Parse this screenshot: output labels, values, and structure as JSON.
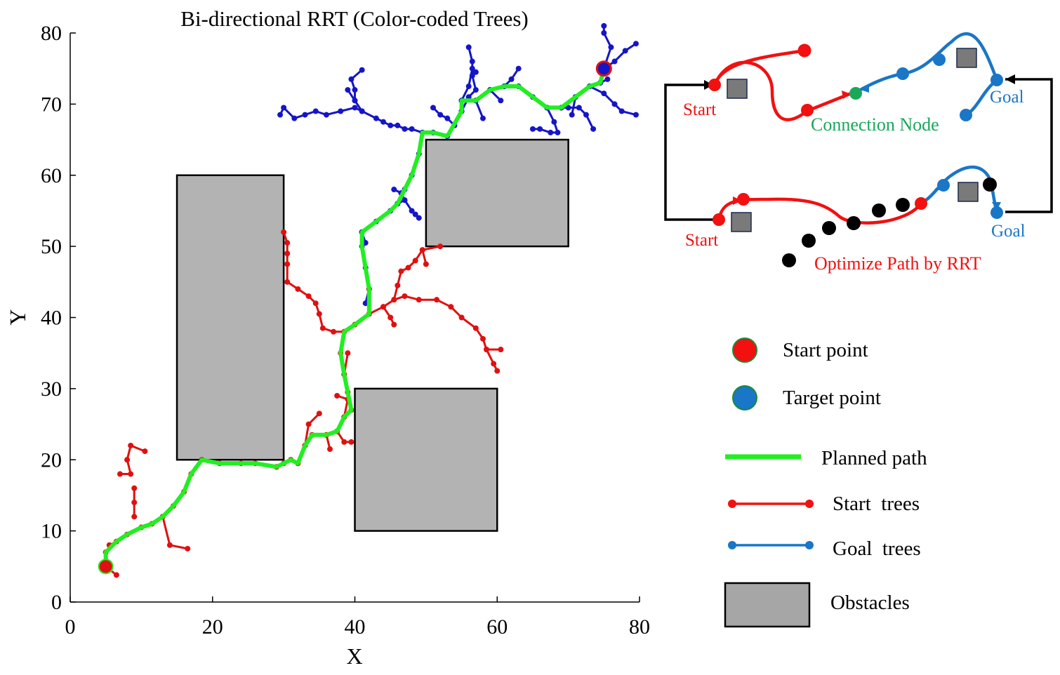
{
  "chart_data": {
    "type": "scatter",
    "title": "Bi-directional RRT (Color-coded Trees)",
    "xlabel": "X",
    "ylabel": "Y",
    "xlim": [
      0,
      80
    ],
    "ylim": [
      0,
      80
    ],
    "xticks": [
      0,
      20,
      40,
      60,
      80
    ],
    "yticks": [
      0,
      10,
      20,
      30,
      40,
      50,
      60,
      70,
      80
    ],
    "grid": false,
    "colors": {
      "start_tree": "#e01010",
      "goal_tree": "#1515c8",
      "path": "#22ee22",
      "obstacle_fill": "#b3b3b3",
      "obstacle_edge": "#000000"
    },
    "start": [
      5,
      5
    ],
    "goal": [
      75,
      75
    ],
    "obstacles": [
      {
        "x": 15,
        "y": 20,
        "w": 15,
        "h": 40
      },
      {
        "x": 40,
        "y": 10,
        "w": 20,
        "h": 20
      },
      {
        "x": 50,
        "y": 50,
        "w": 20,
        "h": 15
      }
    ],
    "planned_path": [
      [
        5,
        5
      ],
      [
        5,
        7
      ],
      [
        6.5,
        8.5
      ],
      [
        8,
        9.5
      ],
      [
        10,
        10.5
      ],
      [
        11.5,
        11
      ],
      [
        13,
        12
      ],
      [
        14.5,
        13.5
      ],
      [
        16,
        15.5
      ],
      [
        17,
        18
      ],
      [
        18.5,
        20
      ],
      [
        21,
        19.5
      ],
      [
        24,
        19.5
      ],
      [
        26,
        19.5
      ],
      [
        29,
        19
      ],
      [
        31,
        20
      ],
      [
        32,
        19.5
      ],
      [
        33,
        22
      ],
      [
        34,
        23.5
      ],
      [
        36,
        23.5
      ],
      [
        37.5,
        24
      ],
      [
        38.5,
        26
      ],
      [
        39.5,
        27
      ],
      [
        39,
        29.5
      ],
      [
        38.5,
        32
      ],
      [
        38,
        35
      ],
      [
        38.5,
        38
      ],
      [
        40,
        39
      ],
      [
        42,
        40.5
      ],
      [
        42,
        44
      ],
      [
        41.5,
        47
      ],
      [
        41,
        50
      ],
      [
        41,
        52
      ],
      [
        43,
        53.5
      ],
      [
        45,
        55
      ],
      [
        46,
        56
      ],
      [
        47,
        58
      ],
      [
        48,
        60
      ],
      [
        49,
        63
      ],
      [
        49.5,
        66
      ],
      [
        51,
        66
      ],
      [
        53,
        65.5
      ],
      [
        55,
        69
      ],
      [
        55,
        70.5
      ],
      [
        57,
        70.5
      ],
      [
        59,
        72
      ],
      [
        61,
        72.5
      ],
      [
        63,
        72.5
      ],
      [
        65,
        71
      ],
      [
        67,
        69.5
      ],
      [
        69,
        69.5
      ],
      [
        71,
        71
      ],
      [
        73,
        72.5
      ],
      [
        74.5,
        73
      ],
      [
        75,
        75
      ]
    ],
    "start_tree_edges": [
      [
        [
          5,
          5
        ],
        [
          6.5,
          3.8
        ]
      ],
      [
        [
          5.5,
          8
        ],
        [
          6.5,
          8.5
        ]
      ],
      [
        [
          13,
          12
        ],
        [
          14,
          8
        ],
        [
          16.5,
          7.5
        ]
      ],
      [
        [
          9,
          16
        ],
        [
          9,
          12
        ],
        [
          9,
          14
        ]
      ],
      [
        [
          7,
          18
        ],
        [
          8.5,
          18
        ],
        [
          8,
          20
        ],
        [
          8.5,
          22
        ],
        [
          10.5,
          21.2
        ]
      ],
      [
        [
          29,
          19
        ],
        [
          30,
          19.5
        ]
      ],
      [
        [
          33,
          22
        ],
        [
          33.5,
          25
        ],
        [
          35,
          26.5
        ]
      ],
      [
        [
          36,
          23.5
        ],
        [
          36.5,
          21.5
        ]
      ],
      [
        [
          37.5,
          24
        ],
        [
          38.5,
          22.5
        ],
        [
          39.5,
          22.5
        ]
      ],
      [
        [
          38.5,
          26
        ],
        [
          39,
          28.5
        ],
        [
          37.5,
          29
        ]
      ],
      [
        [
          38.5,
          32
        ],
        [
          39,
          35
        ]
      ],
      [
        [
          38.5,
          38
        ],
        [
          37,
          38
        ],
        [
          35.5,
          38.5
        ],
        [
          35,
          40.5
        ],
        [
          34.5,
          42
        ],
        [
          33.5,
          43
        ],
        [
          32,
          44
        ],
        [
          30.5,
          45
        ],
        [
          30.5,
          47.5
        ],
        [
          30.5,
          49
        ],
        [
          30.5,
          50.5
        ],
        [
          30,
          52
        ]
      ],
      [
        [
          42,
          40.5
        ],
        [
          44,
          41.5
        ],
        [
          45.5,
          42.5
        ],
        [
          47,
          43
        ],
        [
          49,
          42.5
        ],
        [
          51.5,
          42.5
        ],
        [
          53.5,
          41.5
        ],
        [
          55,
          40
        ],
        [
          57,
          38.5
        ],
        [
          58,
          37
        ],
        [
          58.5,
          35.5
        ],
        [
          59.5,
          33.5
        ],
        [
          60,
          32.5
        ]
      ],
      [
        [
          58.5,
          35.5
        ],
        [
          60.5,
          35.5
        ]
      ],
      [
        [
          45.5,
          42.5
        ],
        [
          46,
          44.5
        ],
        [
          46.5,
          46.5
        ],
        [
          47.5,
          47
        ],
        [
          48.5,
          48
        ],
        [
          49.5,
          49.5
        ],
        [
          52,
          50
        ]
      ],
      [
        [
          49.5,
          49.5
        ],
        [
          50,
          47.5
        ]
      ],
      [
        [
          44,
          41.5
        ],
        [
          45,
          40
        ],
        [
          45.5,
          39
        ]
      ]
    ],
    "goal_tree_edges": [
      [
        [
          75,
          75
        ],
        [
          76,
          78
        ],
        [
          75,
          80
        ],
        [
          75,
          81
        ]
      ],
      [
        [
          75,
          75
        ],
        [
          76.5,
          76
        ],
        [
          78,
          77.5
        ],
        [
          79.5,
          78.5
        ]
      ],
      [
        [
          73,
          72.5
        ],
        [
          75,
          71.5
        ],
        [
          76.5,
          70
        ],
        [
          77.5,
          69
        ],
        [
          79.5,
          68.5
        ]
      ],
      [
        [
          74.5,
          73
        ],
        [
          75.5,
          73.5
        ]
      ],
      [
        [
          69,
          69.5
        ],
        [
          70,
          69.5
        ],
        [
          71.5,
          69.5
        ],
        [
          72.5,
          68.5
        ],
        [
          73.5,
          66.5
        ]
      ],
      [
        [
          71,
          71
        ],
        [
          70.5,
          68.5
        ]
      ],
      [
        [
          67,
          69.5
        ],
        [
          68,
          67.5
        ],
        [
          68.5,
          66
        ],
        [
          67.5,
          66
        ],
        [
          66,
          66.5
        ],
        [
          65,
          66.5
        ]
      ],
      [
        [
          61,
          72.5
        ],
        [
          62,
          73.5
        ],
        [
          63,
          75
        ]
      ],
      [
        [
          59,
          72
        ],
        [
          60.5,
          70.5
        ]
      ],
      [
        [
          55,
          70.5
        ],
        [
          56,
          72.5
        ],
        [
          56.5,
          75
        ],
        [
          57,
          74.5
        ]
      ],
      [
        [
          55,
          69
        ],
        [
          56,
          71
        ],
        [
          57,
          72
        ],
        [
          56.5,
          74
        ],
        [
          56.5,
          76
        ],
        [
          56,
          78
        ]
      ],
      [
        [
          57,
          70.5
        ],
        [
          58,
          68
        ]
      ],
      [
        [
          53,
          65.5
        ],
        [
          54,
          67
        ],
        [
          53,
          68
        ],
        [
          52,
          68.5
        ],
        [
          51,
          69.5
        ]
      ],
      [
        [
          49.5,
          66
        ],
        [
          48,
          66.5
        ],
        [
          47,
          66.5
        ],
        [
          46,
          67
        ],
        [
          45,
          67
        ],
        [
          44,
          67.5
        ],
        [
          43,
          68
        ],
        [
          41,
          69
        ],
        [
          40,
          69.5
        ],
        [
          38,
          69
        ],
        [
          36,
          68.5
        ],
        [
          34.5,
          69
        ],
        [
          33,
          68.5
        ],
        [
          31.5,
          68
        ],
        [
          30,
          69.5
        ],
        [
          29.5,
          68.5
        ]
      ],
      [
        [
          41,
          69
        ],
        [
          40,
          70.5
        ],
        [
          40,
          72
        ],
        [
          39.5,
          73.5
        ],
        [
          41,
          74.8
        ]
      ],
      [
        [
          40,
          70.5
        ],
        [
          39,
          72
        ]
      ],
      [
        [
          46,
          56
        ],
        [
          47,
          56.5
        ],
        [
          48,
          55
        ],
        [
          48.5,
          54.5
        ],
        [
          49,
          54
        ]
      ],
      [
        [
          47,
          56.5
        ],
        [
          46.5,
          57.5
        ],
        [
          45.5,
          58
        ]
      ],
      [
        [
          42,
          44
        ],
        [
          41.5,
          42
        ]
      ],
      [
        [
          41,
          52
        ],
        [
          41.5,
          50.5
        ]
      ]
    ]
  },
  "legend": {
    "start_point": "Start point",
    "target_point": "Target point",
    "planned_path": "Planned path",
    "start_trees": "Start  trees",
    "goal_trees": "Goal  trees",
    "obstacles": "Obstacles"
  },
  "inset": {
    "top_start": "Start",
    "top_goal": "Goal",
    "connection_node": "Connection Node",
    "bottom_start": "Start",
    "bottom_goal": "Goal",
    "optimize": "Optimize Path by RRT",
    "colors": {
      "red": "#f21010",
      "blue": "#1a76c6",
      "green": "#19a85a",
      "black": "#000000",
      "square": "#7a7a7a"
    }
  }
}
